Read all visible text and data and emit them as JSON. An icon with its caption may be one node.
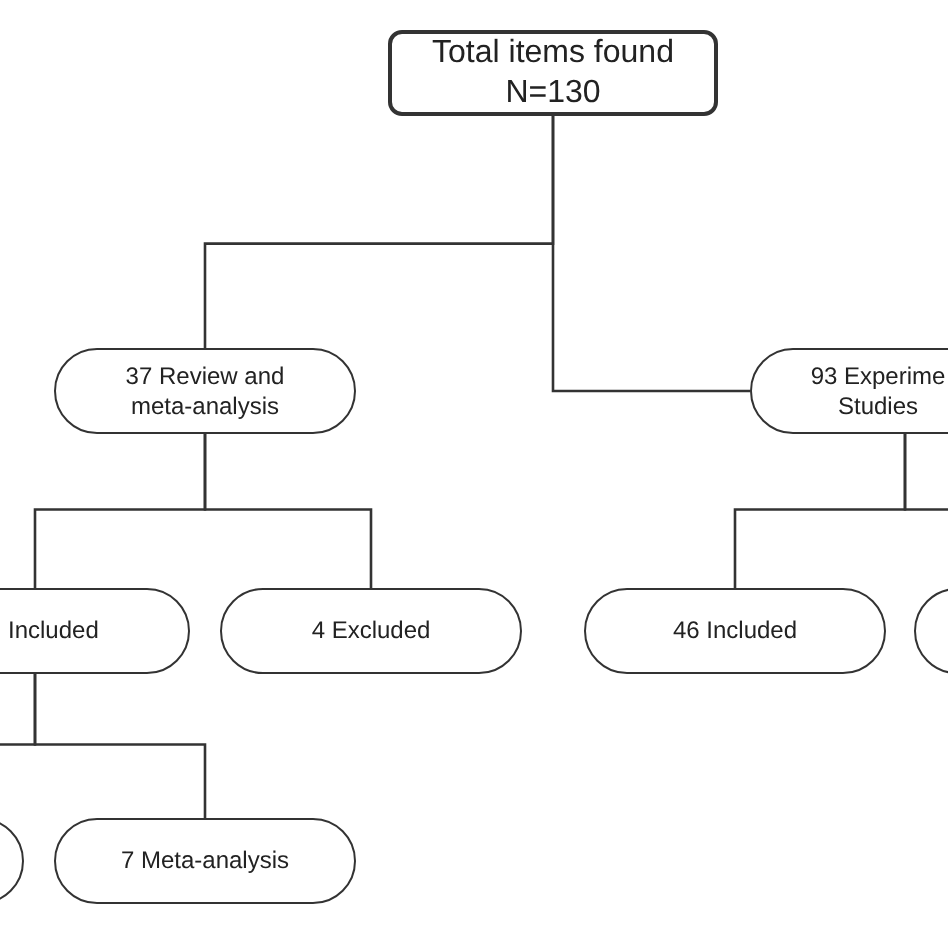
{
  "diagram": {
    "nodes": [
      {
        "text": [
          "Total items found N=130"
        ]
      },
      {
        "text": [
          "37 Review and meta-analysis"
        ]
      },
      {
        "text": [
          "93 Experime Studies"
        ]
      },
      {
        "text": [
          "Included"
        ]
      },
      {
        "text": [
          "4 Excluded"
        ]
      },
      {
        "text": [
          "46 Included"
        ]
      },
      {
        "text": [],
        "shape": "box"
      },
      {
        "text": [],
        "shape": "box"
      },
      {
        "text": [
          "7 Meta-analysis"
        ]
      }
    ],
    "edges": [
      {
        "from": 0,
        "to": 1,
        "arrow": "none"
      },
      {
        "from": 0,
        "to": 2,
        "arrow": "none"
      },
      {
        "from": 1,
        "to": 3,
        "arrow": "none"
      },
      {
        "from": 1,
        "to": 4,
        "arrow": "none"
      },
      {
        "from": 2,
        "to": 5,
        "arrow": "none"
      },
      {
        "from": 2,
        "to": 6,
        "arrow": "none"
      },
      {
        "from": 3,
        "to": 7,
        "arrow": "none"
      },
      {
        "from": 3,
        "to": 8,
        "arrow": "none"
      }
    ]
  }
}
